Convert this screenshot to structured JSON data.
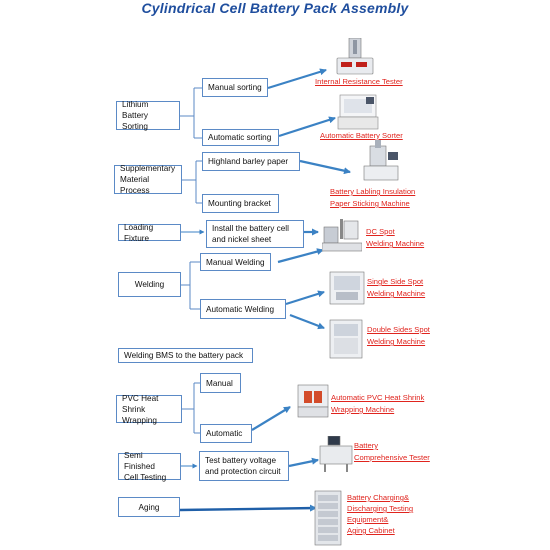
{
  "title": "Cylindrical Cell Battery Pack Assembly",
  "categories": [
    {
      "id": "sorting",
      "label": "Lithium Battery\nSorting"
    },
    {
      "id": "supplementary",
      "label": "Supplementary\nMaterial Process"
    },
    {
      "id": "loading",
      "label": "Loading Fixture"
    },
    {
      "id": "welding",
      "label": "Welding"
    },
    {
      "id": "bms",
      "label": "Welding BMS to the battery pack"
    },
    {
      "id": "pvc",
      "label": "PVC Heat\nShrink Wrapping"
    },
    {
      "id": "testing",
      "label": "Semi Finished\nCell Testing"
    },
    {
      "id": "aging",
      "label": "Aging"
    }
  ],
  "steps": [
    {
      "id": "manual-sorting",
      "label": "Manual sorting"
    },
    {
      "id": "automatic-sorting",
      "label": "Automatic sorting"
    },
    {
      "id": "highland-barley",
      "label": "Highland barley paper"
    },
    {
      "id": "mounting-bracket",
      "label": "Mounting bracket"
    },
    {
      "id": "install-cell",
      "label": "Install  the  battery  cell\nand nickel sheet"
    },
    {
      "id": "manual-welding",
      "label": "Manual Welding"
    },
    {
      "id": "automatic-welding",
      "label": "Automatic Welding"
    },
    {
      "id": "pvc-manual",
      "label": "Manual"
    },
    {
      "id": "pvc-automatic",
      "label": "Automatic"
    },
    {
      "id": "test-voltage",
      "label": "Test battery voltage\nand protection circuit"
    }
  ],
  "machines": [
    {
      "id": "resistance-tester",
      "label": "Internal Resistance Tester"
    },
    {
      "id": "battery-sorter",
      "label": "Automatic Battery Sorter"
    },
    {
      "id": "labeling-machine",
      "label": "Battery Labling Insulation\nPaper Sticking Machine"
    },
    {
      "id": "dc-spot",
      "label": "DC Spot\nWelding Machine"
    },
    {
      "id": "single-spot",
      "label": "Single Side Spot\nWelding Machine"
    },
    {
      "id": "double-spot",
      "label": "Double Sides Spot\nWelding Machine"
    },
    {
      "id": "pvc-machine",
      "label": "Automatic PVC Heat Shrink\nWrapping Machine"
    },
    {
      "id": "comprehensive-tester",
      "label": "Battery\nComprehensive Tester"
    },
    {
      "id": "charging-cabinet",
      "label": "Battery Charging&\nDischarging  Testing\nEquipment&\nAging Cabinet"
    }
  ],
  "colors": {
    "title": "#1f4e9e",
    "arrow": "#3b82c4",
    "box_border": "#5b8ac6",
    "link_text": "#e0241e"
  }
}
